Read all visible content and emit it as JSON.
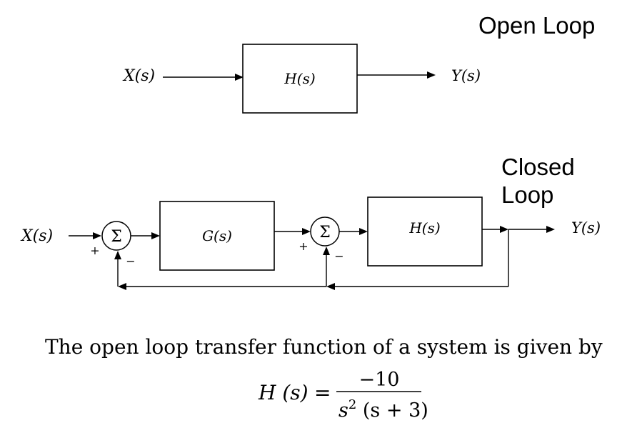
{
  "open_loop": {
    "title": "Open Loop",
    "input_label": "X(s)",
    "block_label": "H(s)",
    "output_label": "Y(s)"
  },
  "closed_loop": {
    "title_line1": "Closed",
    "title_line2": "Loop",
    "input_label": "X(s)",
    "summer1_symbol": "Σ",
    "summer1_plus": "+",
    "summer1_minus": "−",
    "block1_label": "G(s)",
    "summer2_symbol": "Σ",
    "summer2_plus": "+",
    "summer2_minus": "−",
    "block2_label": "H(s)",
    "output_label": "Y(s)"
  },
  "problem": {
    "statement": "The open loop transfer function of a system is given by",
    "lhs": "H (s)",
    "equals": "=",
    "numerator": "−10",
    "denominator_base": "s",
    "denominator_exp": "2",
    "denominator_rest": " (s + 3)"
  }
}
